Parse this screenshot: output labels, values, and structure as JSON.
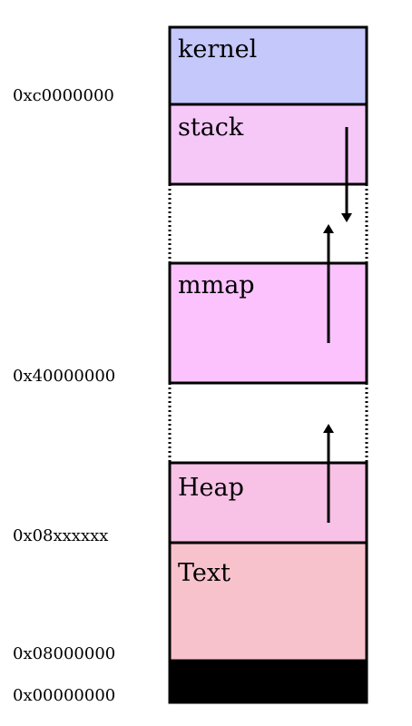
{
  "segments": {
    "kernel": {
      "label": "kernel",
      "color": "#c5c8fb"
    },
    "stack": {
      "label": "stack",
      "color": "#f5c8f8"
    },
    "mmap": {
      "label": "mmap",
      "color": "#fbc2fd"
    },
    "heap": {
      "label": "Heap",
      "color": "#f8c1e6"
    },
    "text": {
      "label": "Text",
      "color": "#f8c2cd"
    },
    "null": {
      "label": "",
      "color": "#000000"
    }
  },
  "addresses": {
    "kernel_base": "0xc0000000",
    "mmap_base": "0x40000000",
    "heap_base": "0x08xxxxxx",
    "text_base": "0x08000000",
    "zero": "0x00000000"
  },
  "arrows": [
    {
      "name": "stack-grows-down",
      "direction": "down"
    },
    {
      "name": "mmap-grows-up",
      "direction": "up"
    },
    {
      "name": "heap-grows-up",
      "direction": "up"
    }
  ]
}
